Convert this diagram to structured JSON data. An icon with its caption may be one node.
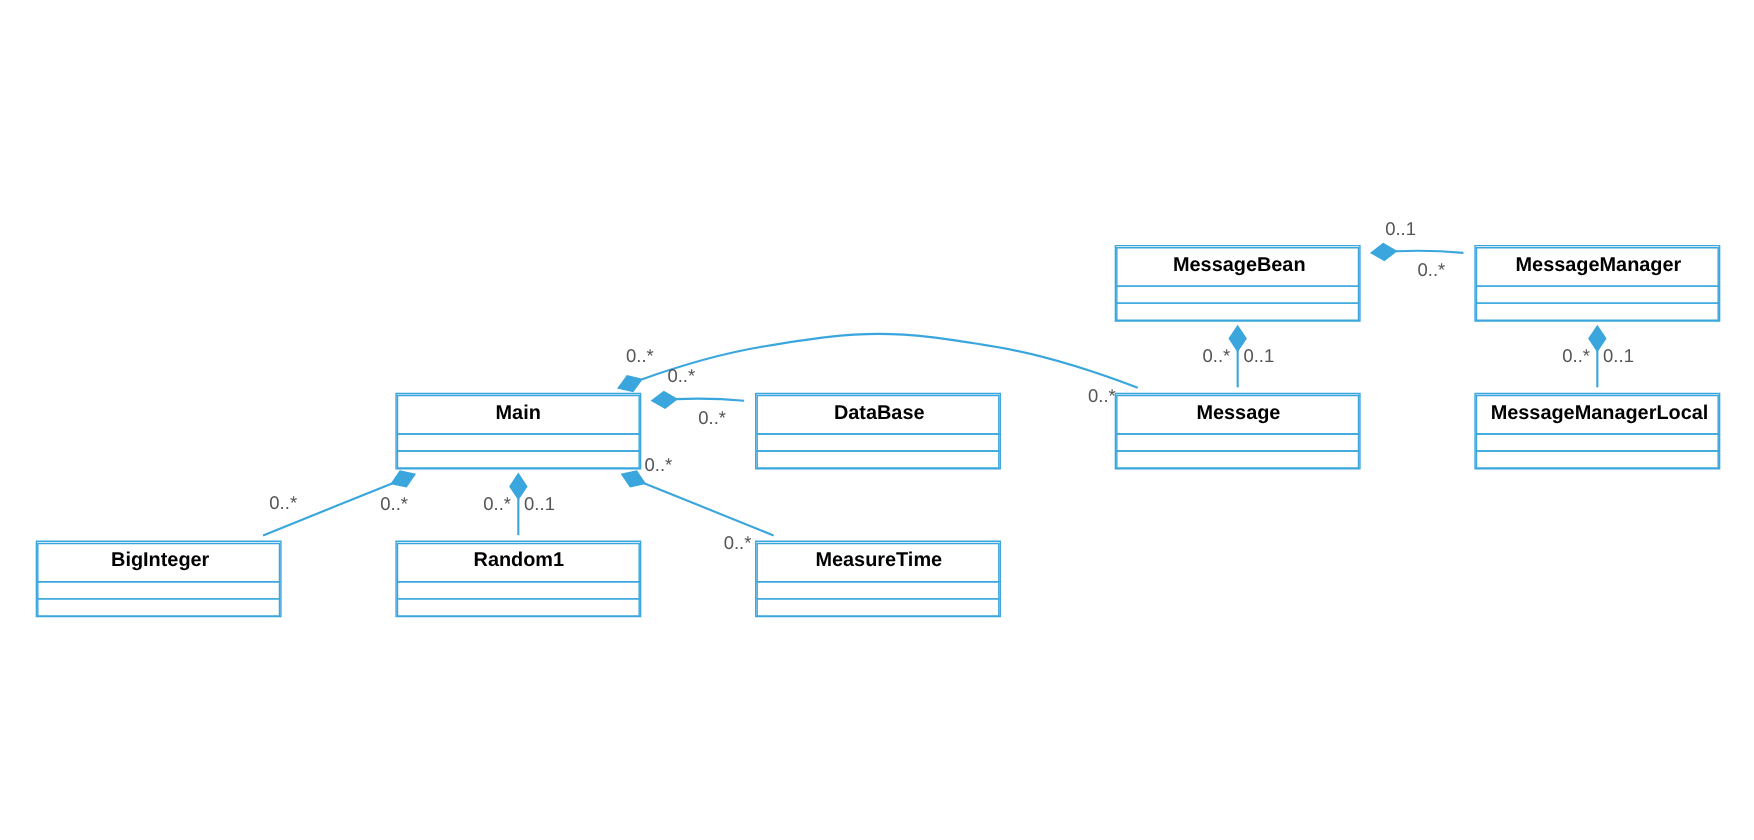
{
  "diagram": {
    "nodes": [
      {
        "text": [
          "MessageBean"
        ]
      },
      {
        "text": [
          "MessageManager"
        ]
      },
      {
        "text": [
          "MessageManagerLocal"
        ]
      },
      {
        "text": [
          "Message"
        ]
      },
      {
        "text": [
          "Main"
        ]
      },
      {
        "text": [
          "DataBase"
        ]
      },
      {
        "text": [
          "BigInteger"
        ]
      },
      {
        "text": [
          "Random1"
        ]
      },
      {
        "text": [
          "MeasureTime"
        ]
      }
    ],
    "edges": [
      {
        "from": 0,
        "to": 1,
        "arrow": "other"
      },
      {
        "from": 1,
        "to": 2,
        "arrow": "other"
      },
      {
        "from": 0,
        "to": 3,
        "arrow": "other"
      },
      {
        "from": 4,
        "to": 3,
        "arrow": "other"
      },
      {
        "from": 4,
        "to": 6,
        "arrow": "other"
      },
      {
        "from": 4,
        "to": 5,
        "arrow": "other"
      },
      {
        "from": 4,
        "to": 8,
        "arrow": "other"
      },
      {
        "from": 4,
        "to": 7,
        "arrow": "other"
      }
    ],
    "labels": [
      "0..1",
      "0..*",
      "0..1",
      "0..*",
      "0..1",
      "0..*",
      "0..*",
      "0..*",
      "0..*",
      "0..*",
      "0..*",
      "0..*",
      "0..*",
      "0..*",
      "0..1",
      "0..*"
    ]
  }
}
